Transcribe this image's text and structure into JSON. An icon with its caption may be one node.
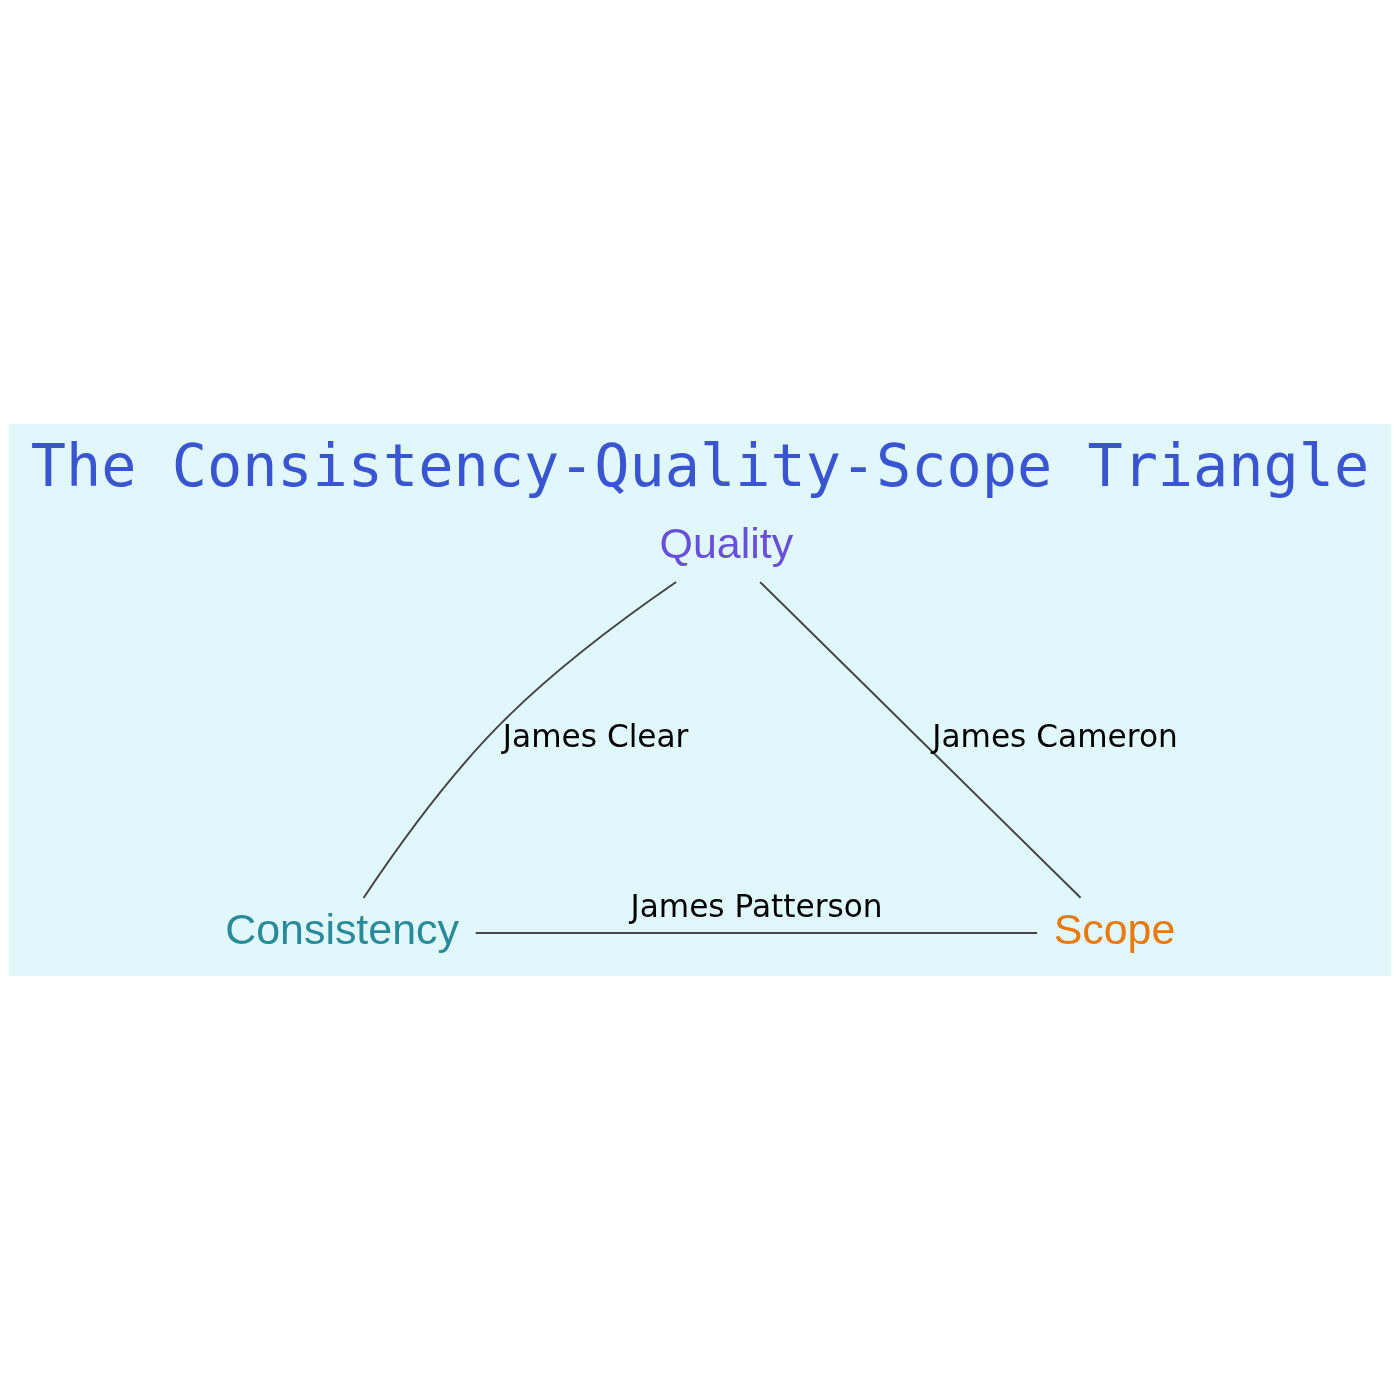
{
  "diagram": {
    "title": "The Consistency-Quality-Scope Triangle",
    "nodes": [
      {
        "text": [
          "Quality"
        ]
      },
      {
        "text": [
          "Consistency"
        ]
      },
      {
        "text": [
          "Scope"
        ]
      }
    ],
    "edges": [
      {
        "from": 1,
        "to": 0,
        "arrow": "none",
        "label": "James Clear"
      },
      {
        "from": 0,
        "to": 2,
        "arrow": "none",
        "label": "James Cameron"
      },
      {
        "from": 1,
        "to": 2,
        "arrow": "none",
        "label": "James Patterson"
      }
    ]
  }
}
